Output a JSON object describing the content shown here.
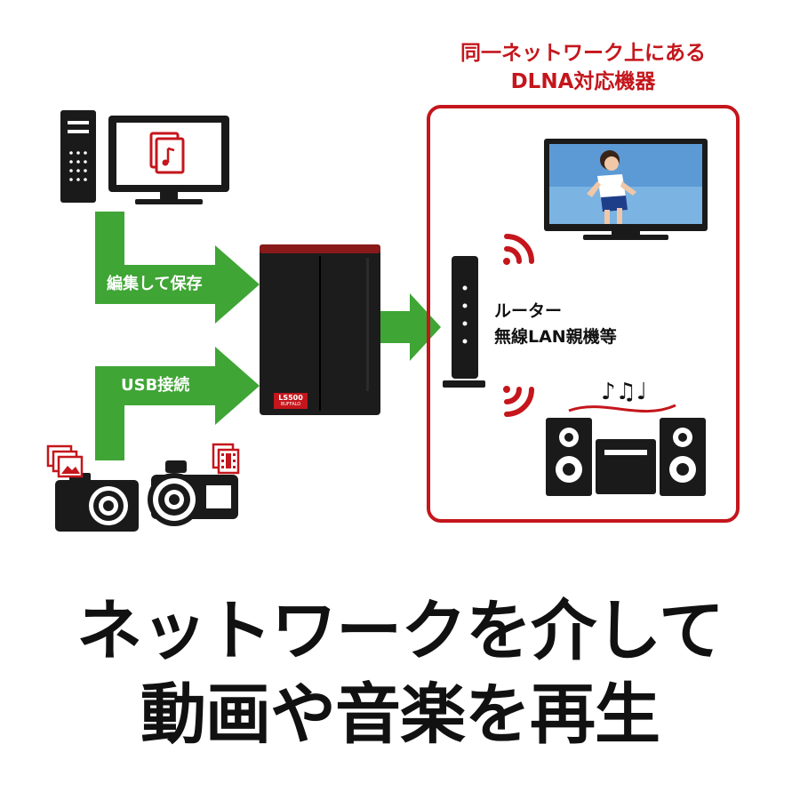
{
  "box": {
    "title_line1": "同一ネットワーク上にある",
    "title_line2": "DLNA対応機器"
  },
  "arrows": {
    "save_label": "編集して保存",
    "usb_label": "USB接続"
  },
  "nas": {
    "model_label": "LS500",
    "brand_label": "BUFFALO"
  },
  "router": {
    "line1": "ルーター",
    "line2": "無線LAN親機等"
  },
  "music_notes": "♪♫♩",
  "caption": {
    "line1": "ネットワークを介して",
    "line2": "動画や音楽を再生"
  },
  "colors": {
    "accent_red": "#c4161c",
    "arrow_green": "#3fa535",
    "device_dark": "#1a1a1a"
  }
}
